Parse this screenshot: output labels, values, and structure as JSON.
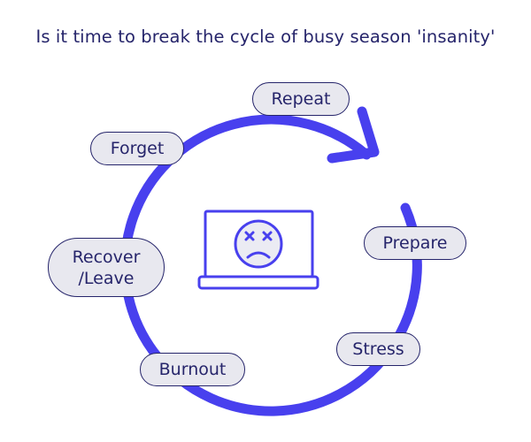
{
  "title": "Is it time to break the cycle of busy season 'insanity'",
  "stages": {
    "repeat": "Repeat",
    "forget": "Forget",
    "prepare": "Prepare",
    "recover_line1": "Recover",
    "recover_line2": "/Leave",
    "stress": "Stress",
    "burnout": "Burnout"
  },
  "colors": {
    "cycle": "#4840ee",
    "text": "#26256b",
    "pill_fill": "#e8e8ef",
    "icon": "#4840ee",
    "icon_face": "#ebebf3"
  },
  "icons": {
    "center": "sad-laptop-icon",
    "arrow": "arrow-head-icon"
  }
}
